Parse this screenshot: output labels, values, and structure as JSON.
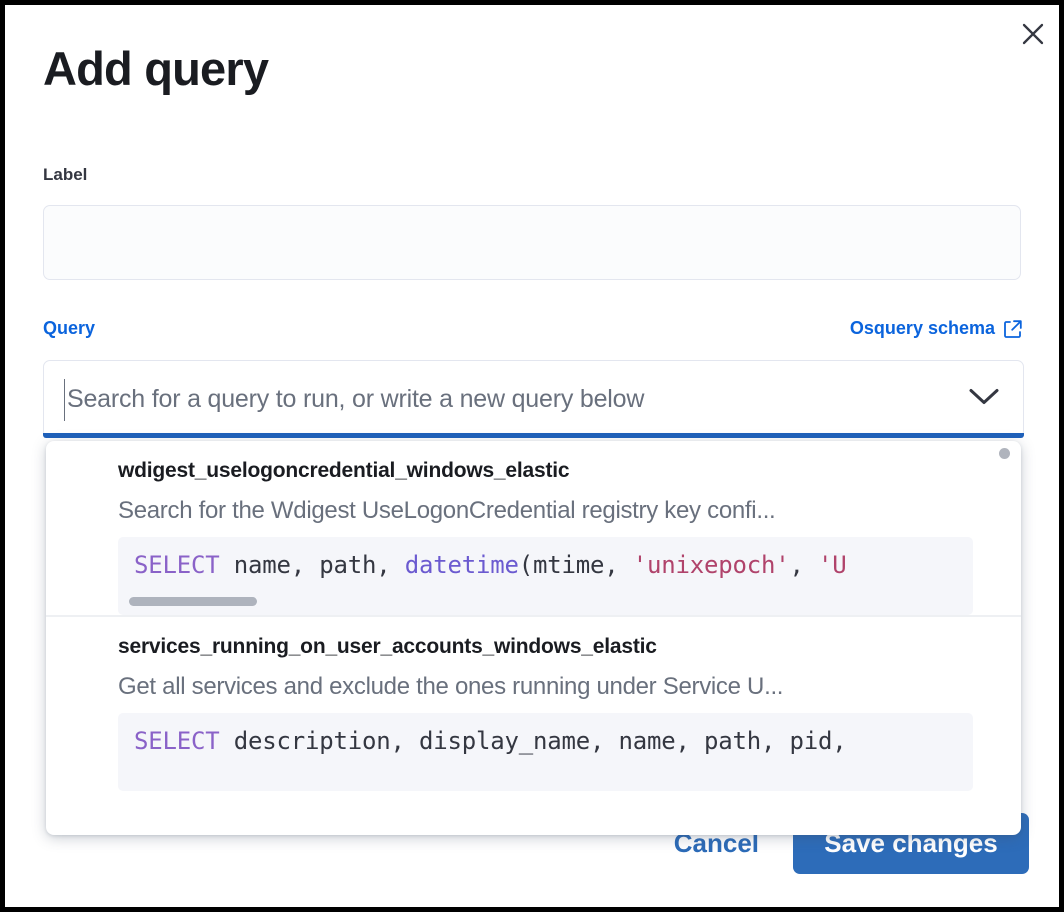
{
  "modal": {
    "title": "Add query",
    "close_icon": "close-icon"
  },
  "label_field": {
    "label": "Label",
    "value": "",
    "placeholder": ""
  },
  "query_field": {
    "label": "Query",
    "schema_link": "Osquery schema",
    "schema_link_icon": "external-link-icon",
    "placeholder": "Search for a query to run, or write a new query below",
    "value": "",
    "chevron_icon": "chevron-down-icon"
  },
  "dropdown": {
    "options": [
      {
        "title": "wdigest_uselogoncredential_windows_elastic",
        "description": "Search for the Wdigest UseLogonCredential registry key confi...",
        "code": [
          {
            "t": "SELECT",
            "c": "kw"
          },
          {
            "t": " name, path, ",
            "c": "id"
          },
          {
            "t": "datetime",
            "c": "fn"
          },
          {
            "t": "(mtime, ",
            "c": "id"
          },
          {
            "t": "'unixepoch'",
            "c": "str"
          },
          {
            "t": ", ",
            "c": "id"
          },
          {
            "t": "'U",
            "c": "str"
          }
        ],
        "has_scrollbar": true
      },
      {
        "title": "services_running_on_user_accounts_windows_elastic",
        "description": "Get all services and exclude the ones running under Service U...",
        "code": [
          {
            "t": "SELECT",
            "c": "kw"
          },
          {
            "t": " description, display_name, name, path, pid,",
            "c": "id"
          }
        ],
        "has_scrollbar": false
      }
    ]
  },
  "footer": {
    "cancel_label": "Cancel",
    "save_label": "Save changes"
  },
  "colors": {
    "accent_blue": "#0b64dd",
    "button_blue": "#2d6cb9",
    "focus_underline": "#1f61bb",
    "text_dark": "#1a1c21",
    "text_muted": "#69707d",
    "code_bg": "#f5f6fa",
    "keyword": "#8a62c8",
    "string": "#b0436b"
  }
}
